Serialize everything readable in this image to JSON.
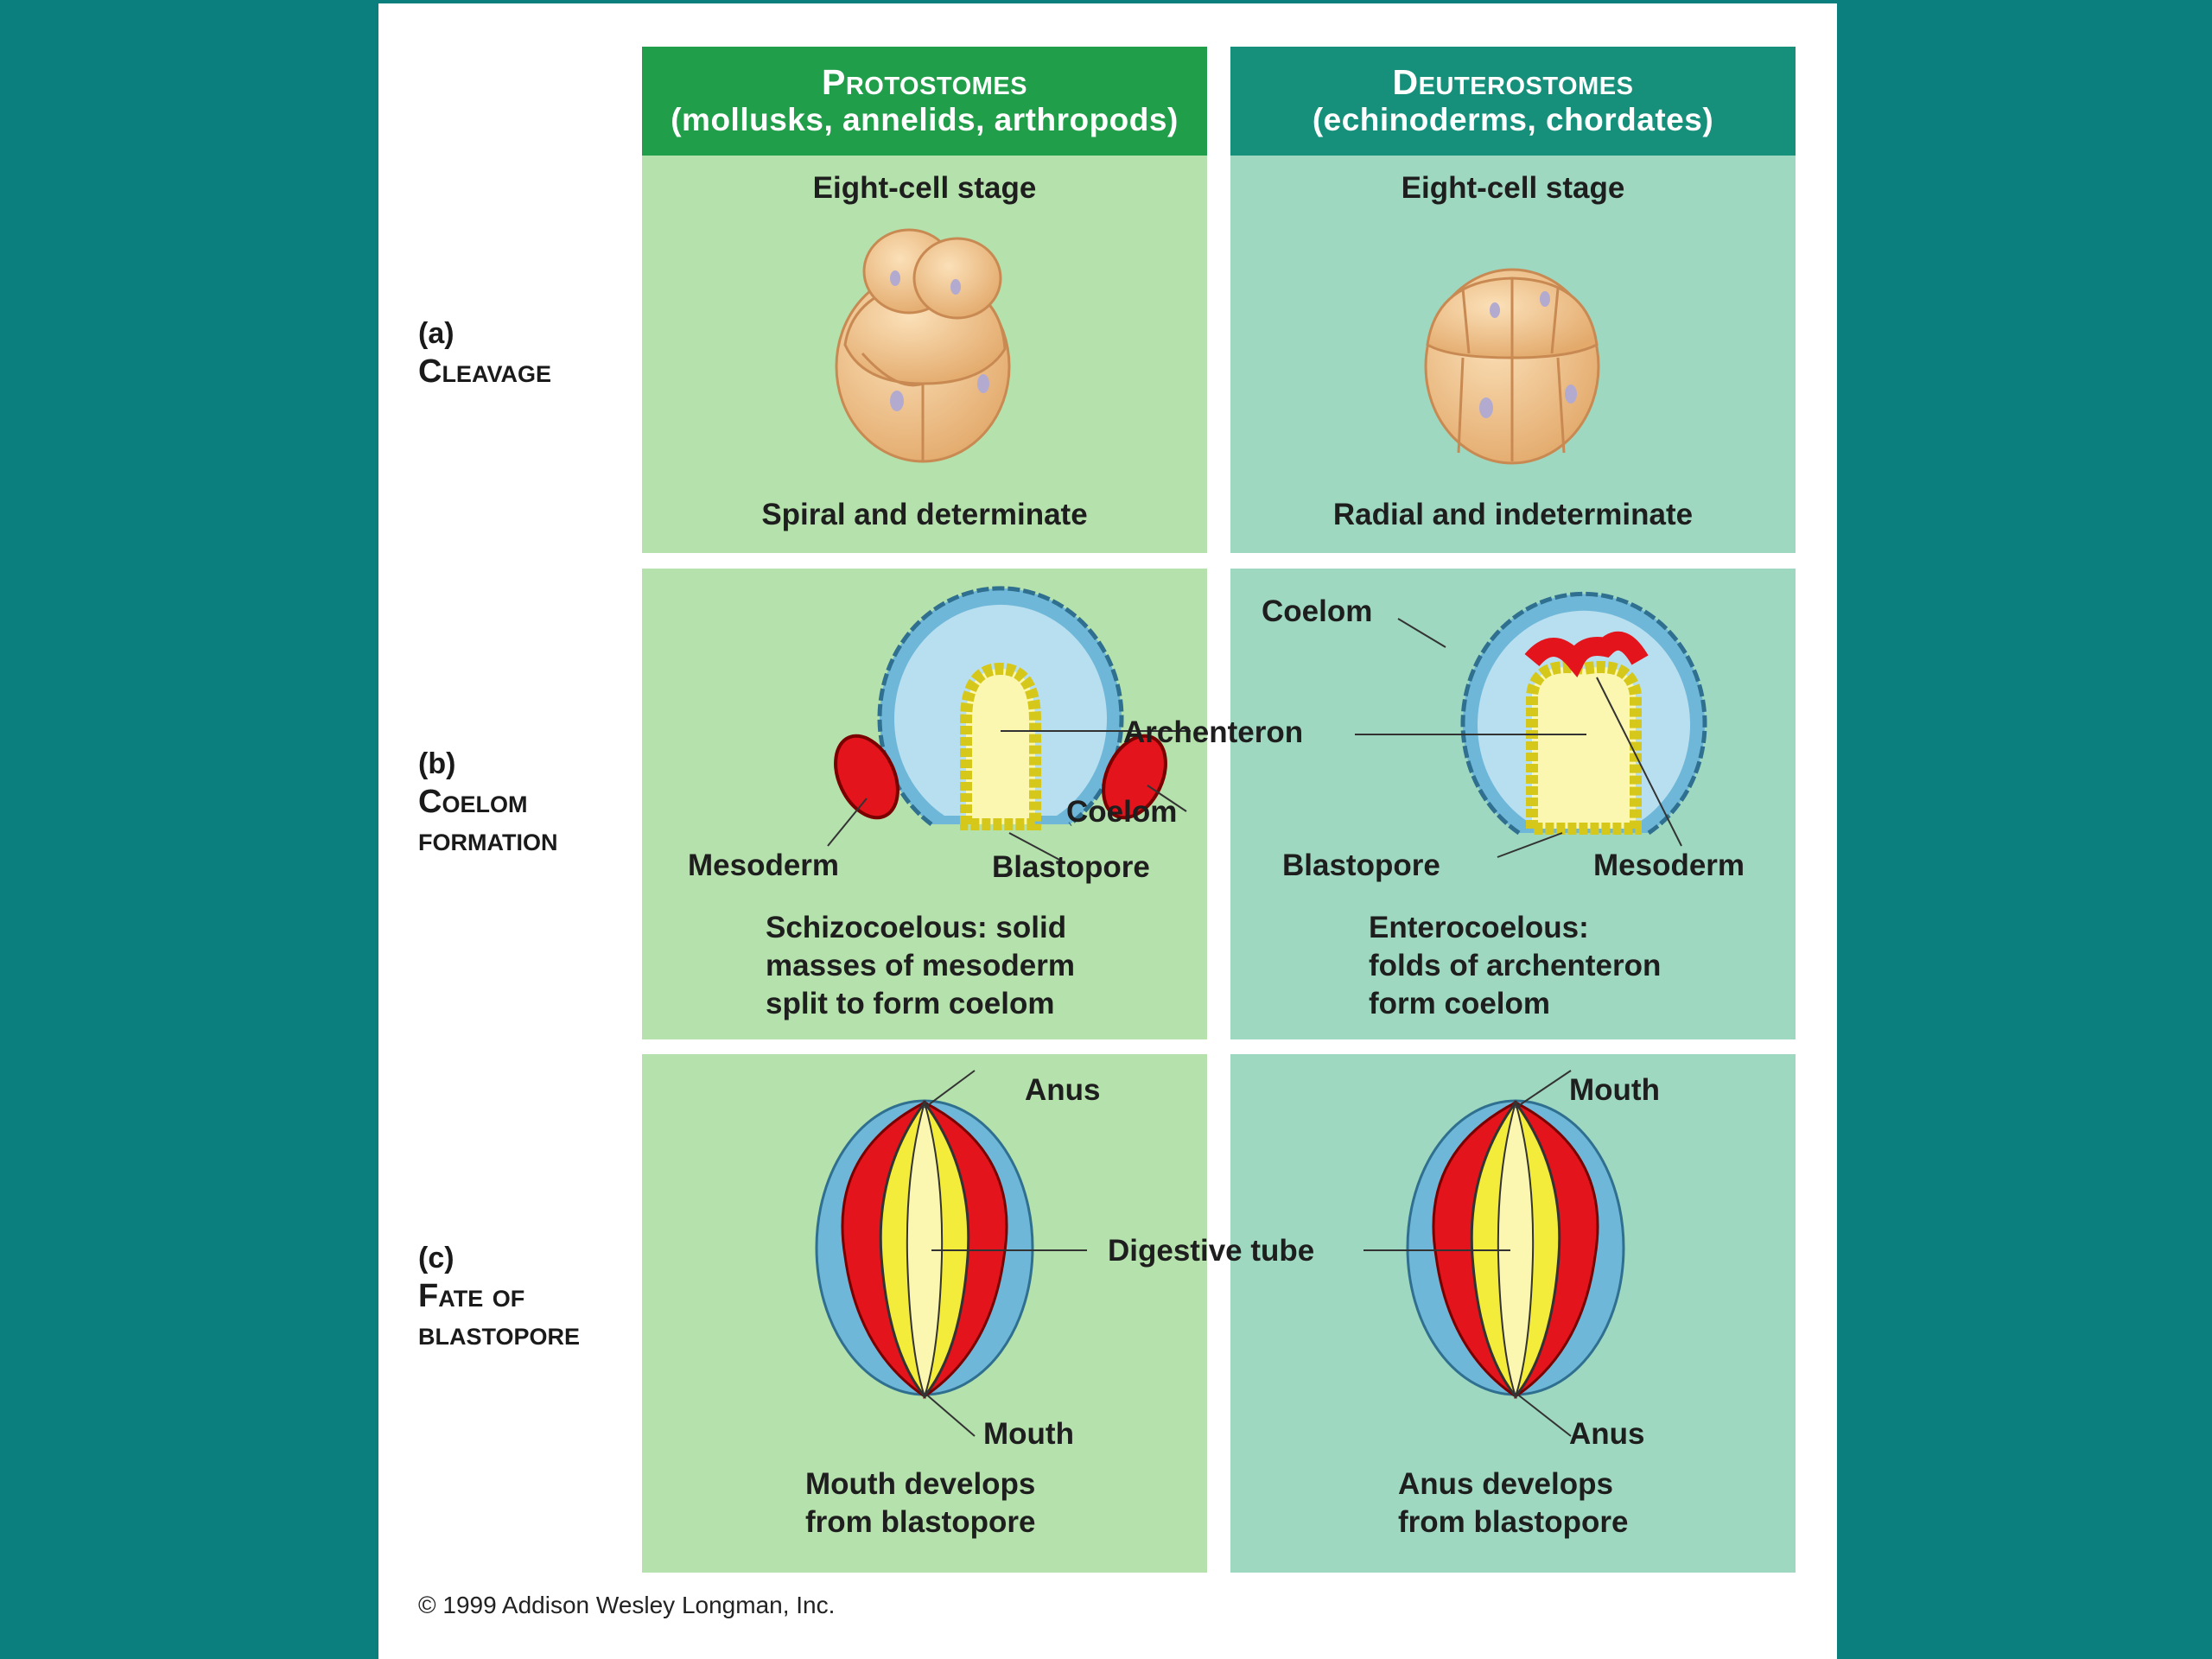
{
  "header": {
    "left_title": "Protostomes",
    "left_sub": "(mollusks, annelids, arthropods)",
    "right_title": "Deuterostomes",
    "right_sub": "(echinoderms, chordates)"
  },
  "rows": {
    "a_letter": "(a)",
    "a_name": "Cleavage",
    "b_letter": "(b)",
    "b_name1": "Coelom",
    "b_name2": "formation",
    "c_letter": "(c)",
    "c_name1": "Fate of",
    "c_name2": "blastopore"
  },
  "cleavage": {
    "left_stage": "Eight-cell stage",
    "right_stage": "Eight-cell stage",
    "left_caption": "Spiral and determinate",
    "right_caption": "Radial and indeterminate"
  },
  "coelom": {
    "coelom_r": "Coelom",
    "archenteron": "Archenteron",
    "coelom_l": "Coelom",
    "mesoderm_l": "Mesoderm",
    "blastopore_l": "Blastopore",
    "blastopore_r": "Blastopore",
    "mesoderm_r": "Mesoderm",
    "left_cap1": "Schizocoelous: solid",
    "left_cap2": "masses of mesoderm",
    "left_cap3": "split to form coelom",
    "right_cap1": "Enterocoelous:",
    "right_cap2": "folds of archenteron",
    "right_cap3": "form coelom"
  },
  "blastopore": {
    "anus_top": "Anus",
    "mouth_top": "Mouth",
    "digestive": "Digestive tube",
    "mouth_bottom": "Mouth",
    "anus_bottom": "Anus",
    "left_cap1": "Mouth develops",
    "left_cap2": "from blastopore",
    "right_cap1": "Anus develops",
    "right_cap2": "from blastopore"
  },
  "copyright": "© 1999 Addison Wesley Longman, Inc.",
  "colors": {
    "background": "#0b7f7d",
    "protostome_header": "#219e4a",
    "deuterostome_header": "#16907a",
    "protostome_panel": "#b5e1ac",
    "deuterostome_panel": "#9fd8c0",
    "mesoderm": "#e3141c",
    "endoderm": "#f3ec3a",
    "ectoderm": "#6fb7d8"
  }
}
